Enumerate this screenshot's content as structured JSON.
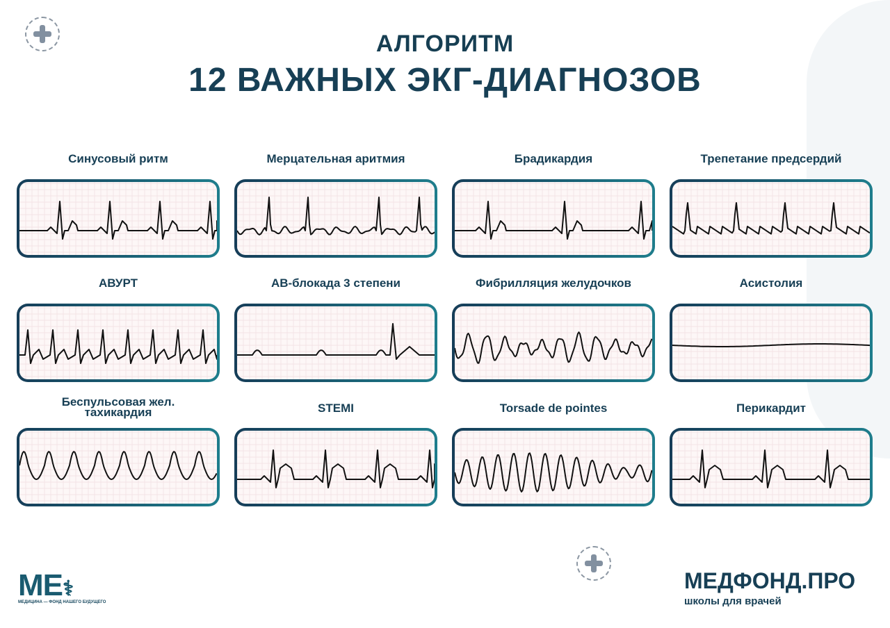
{
  "header": {
    "line1": "АЛГОРИТМ",
    "line2": "12 ВАЖНЫХ ЭКГ-ДИАГНОЗОВ"
  },
  "diagnoses": [
    {
      "title": "Синусовый ритм"
    },
    {
      "title": "Мерцательная аритмия"
    },
    {
      "title": "Брадикардия"
    },
    {
      "title": "Трепетание предсердий"
    },
    {
      "title": "АВУРТ"
    },
    {
      "title": "АВ-блокада 3 степени"
    },
    {
      "title": "Фибрилляция желудочков"
    },
    {
      "title": "Асистолия"
    },
    {
      "title": "Беспульсовая жел. тахикардия"
    },
    {
      "title": "STEMI"
    },
    {
      "title": "Torsade de pointes"
    },
    {
      "title": "Перикардит"
    }
  ],
  "footer": {
    "logo_text": "МЕ",
    "logo_tagline": "МЕДИЦИНА — ФОНД НАШЕГО БУДУЩЕГО",
    "brand": "МЕДФОНД.ПРО",
    "brand_sub": "школы для врачей"
  },
  "colors": {
    "primary": "#173f55",
    "accent": "#1e7d8c",
    "grid": "#f1d9dc"
  }
}
